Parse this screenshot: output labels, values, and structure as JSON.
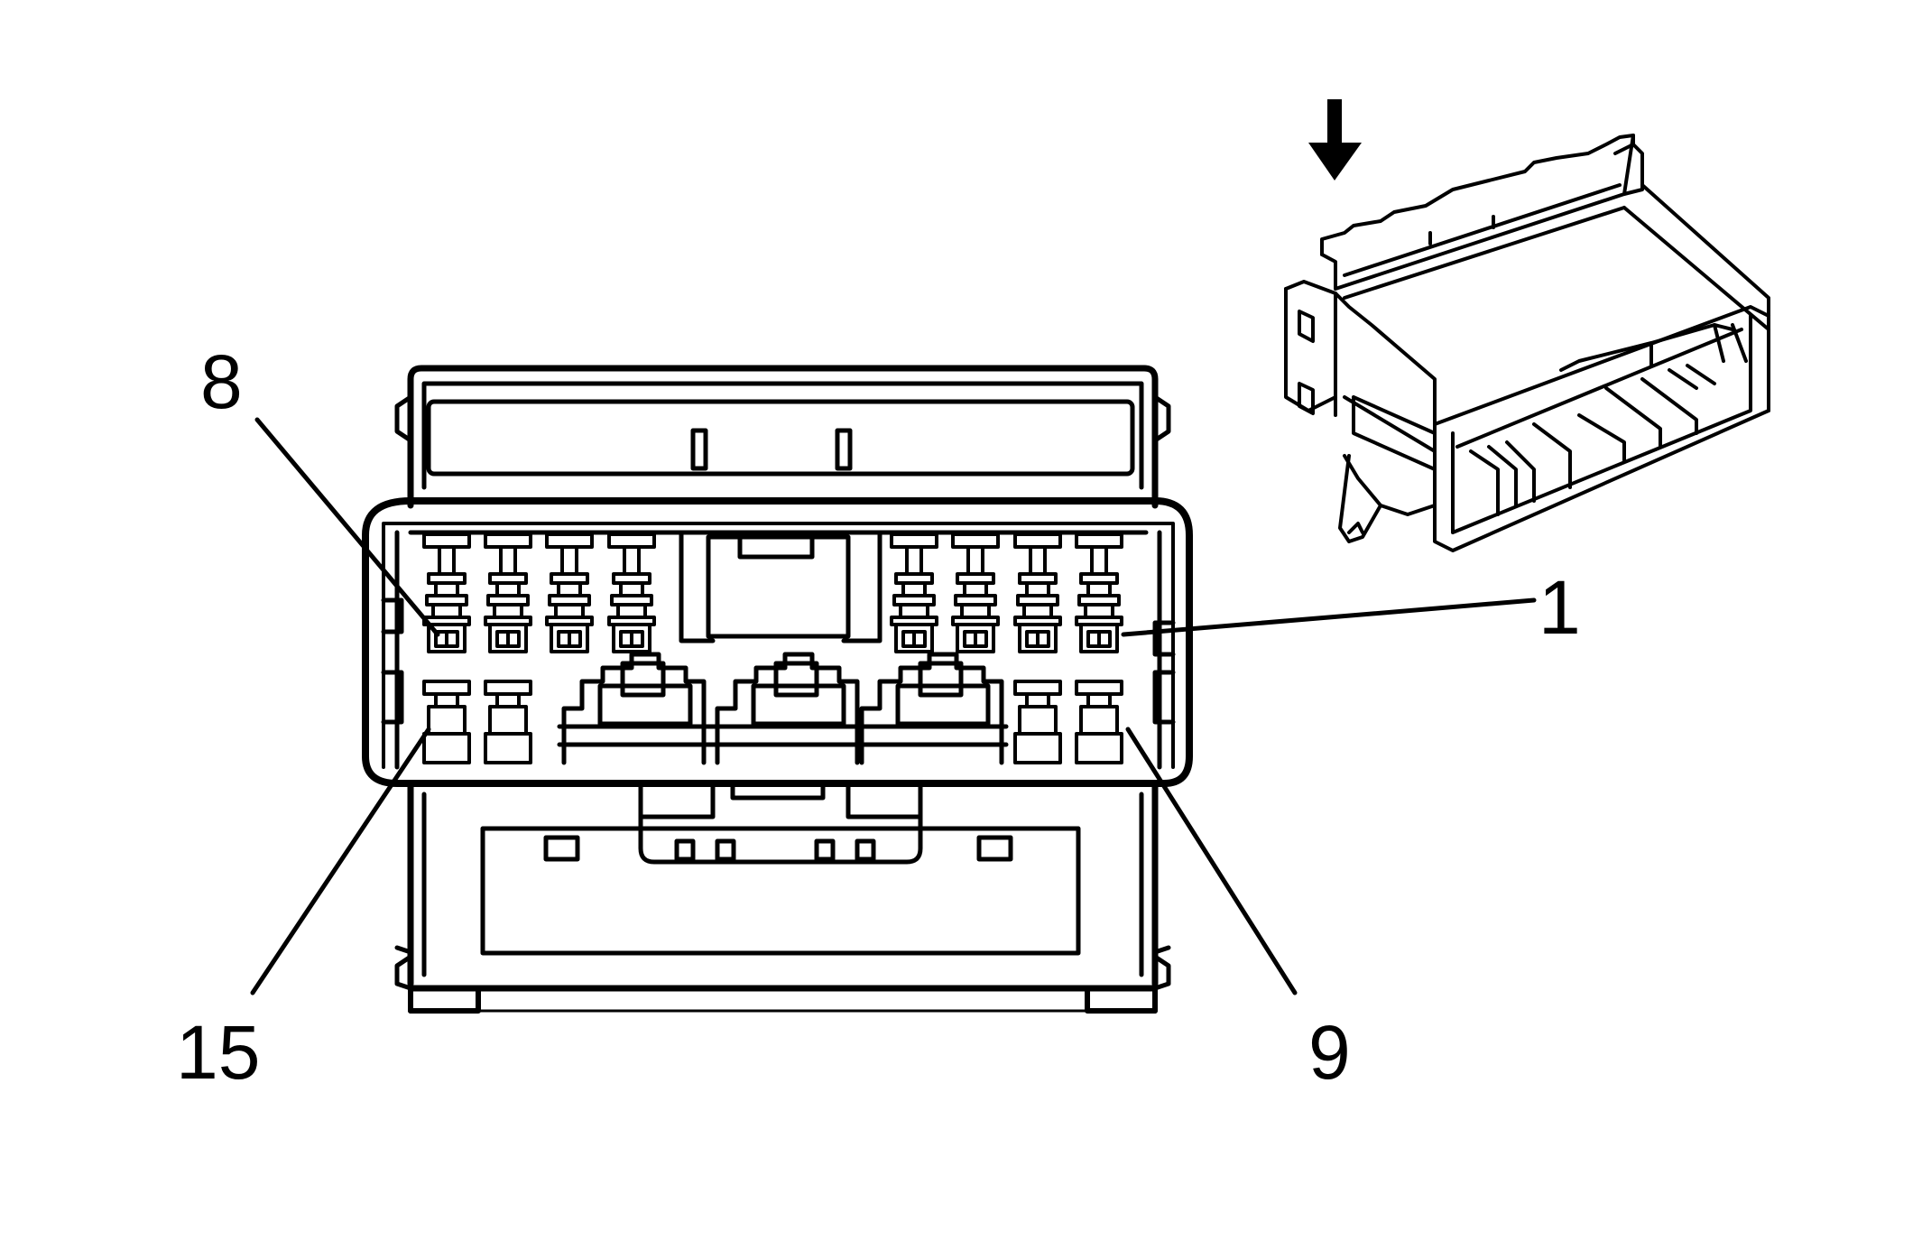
{
  "diagram": {
    "pin_labels": {
      "top_left": "8",
      "top_right": "1",
      "bottom_left": "15",
      "bottom_right": "9"
    },
    "colors": {
      "line": "#000000",
      "background": "#ffffff"
    },
    "icons": [
      "down-arrow-icon",
      "connector-iso-view"
    ]
  }
}
